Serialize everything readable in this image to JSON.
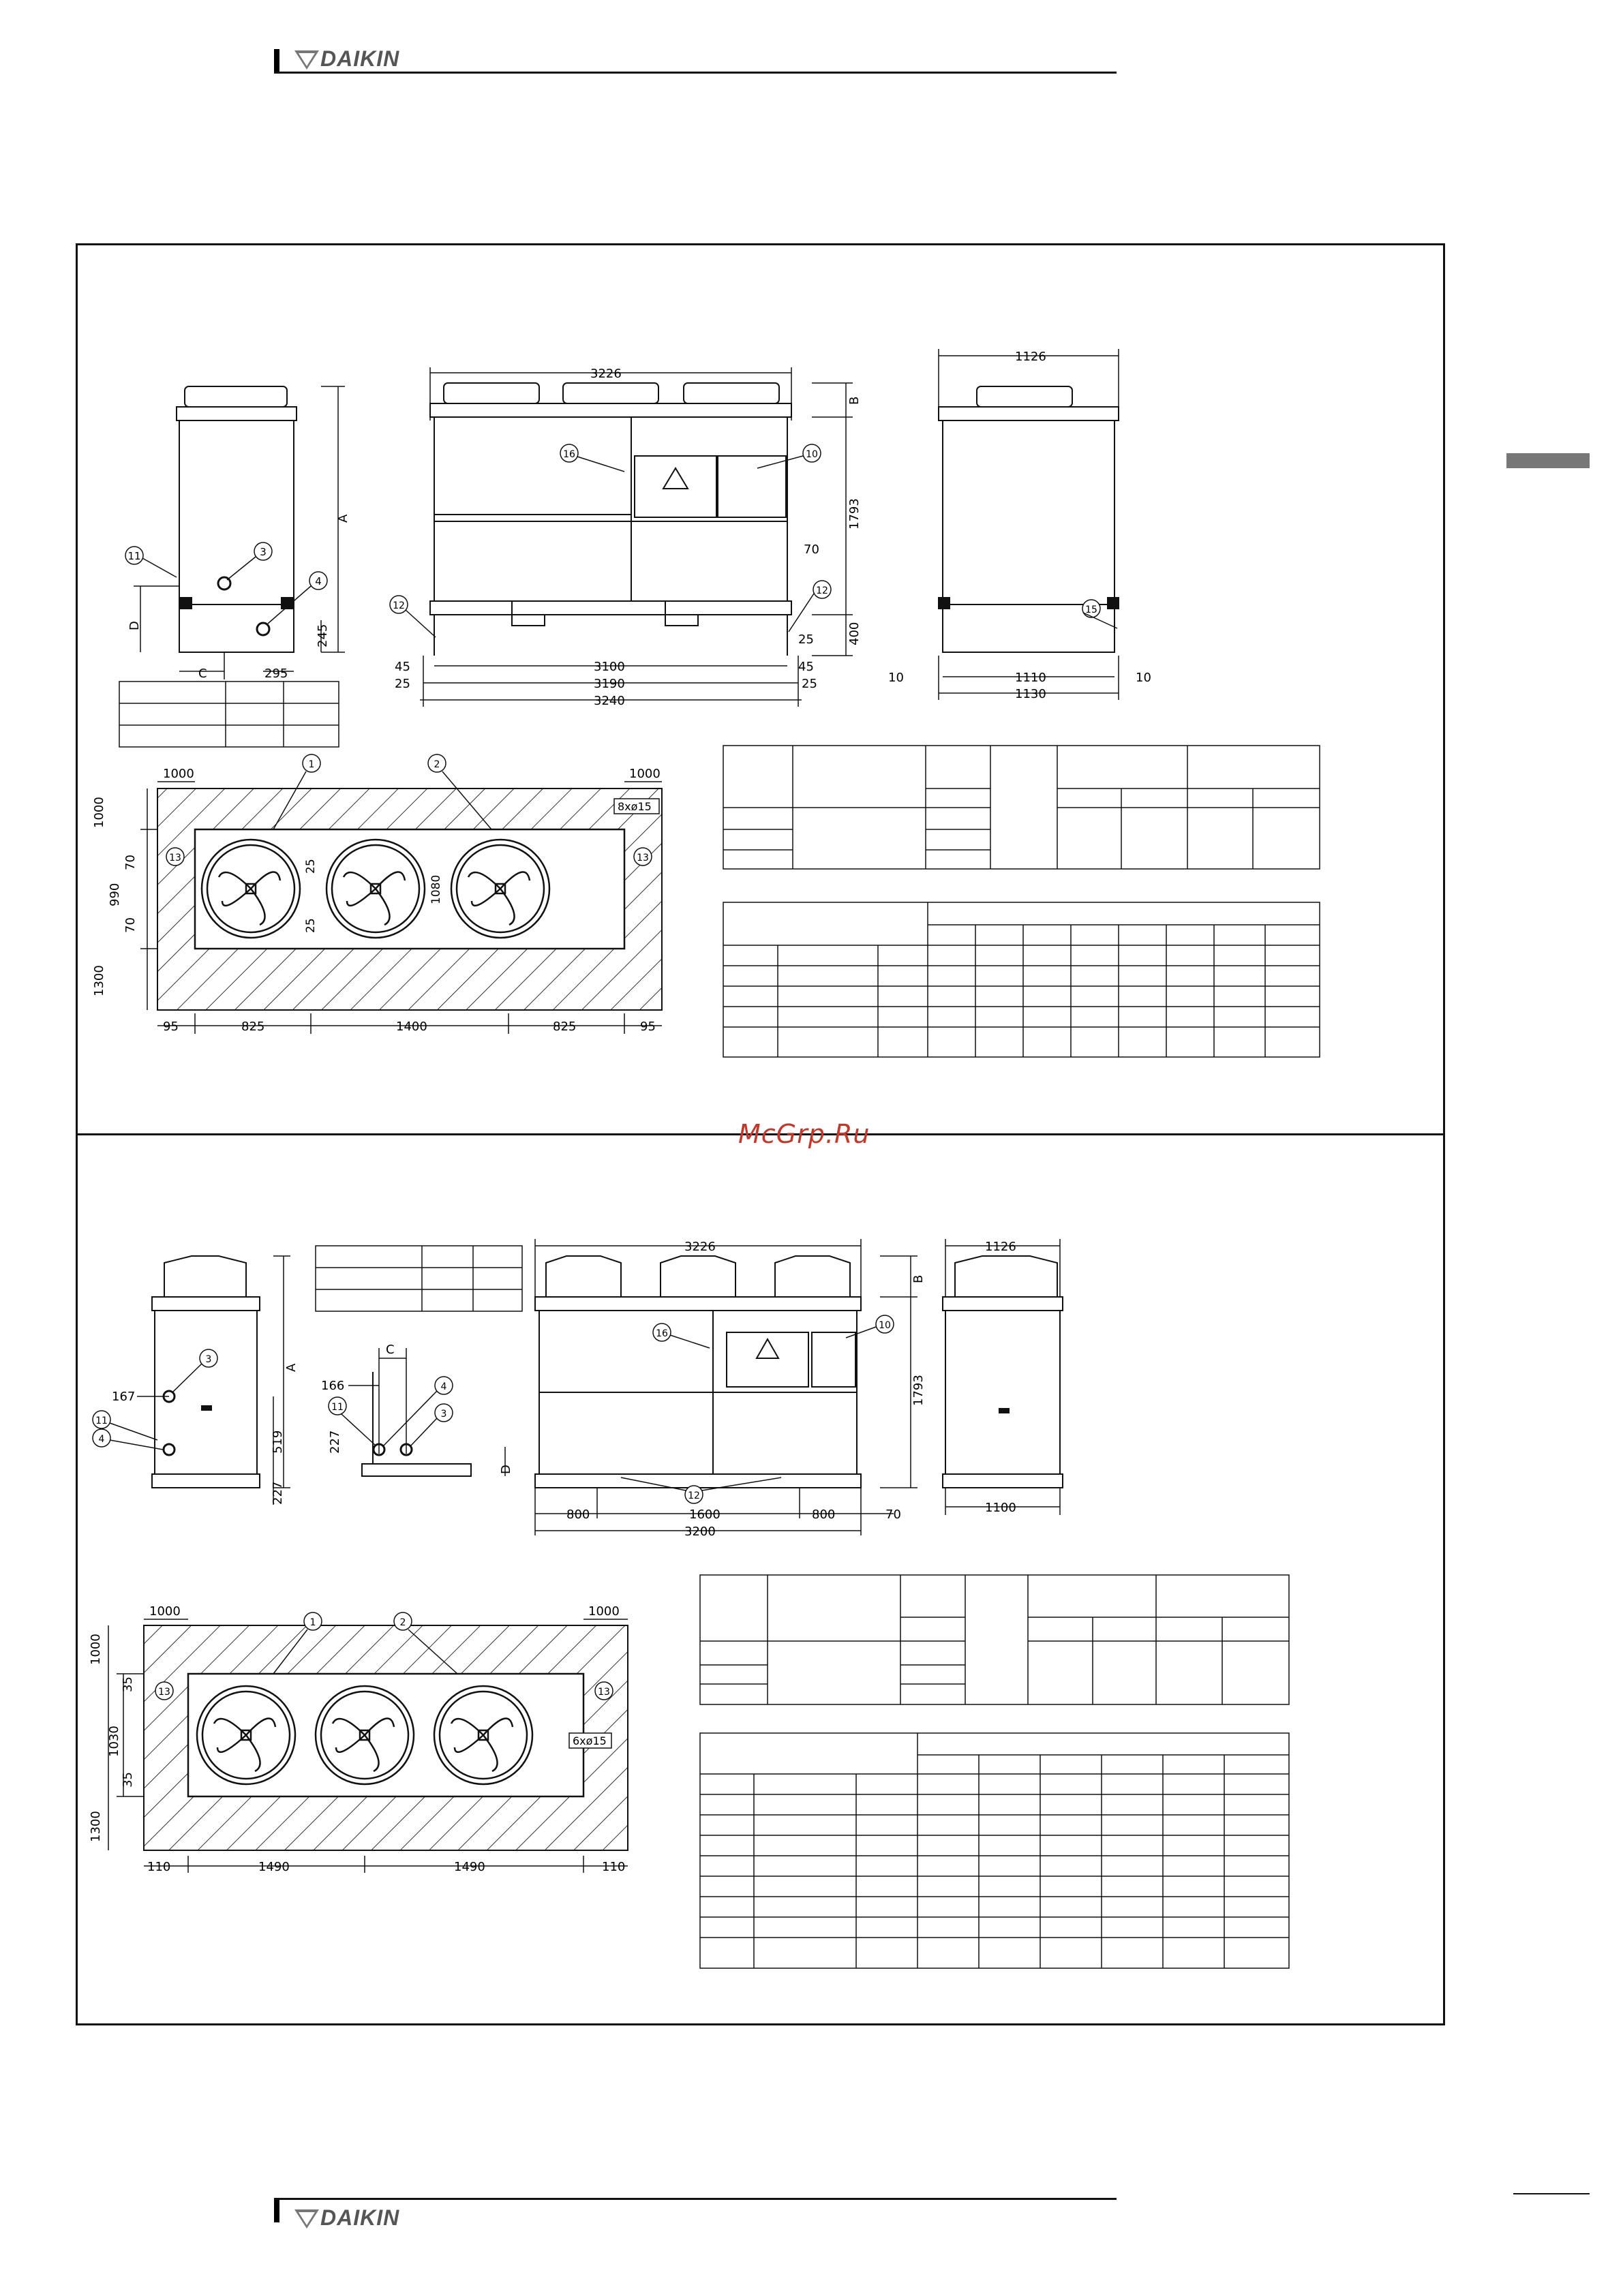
{
  "header": {
    "brand": "DAIKIN"
  },
  "footer": {
    "brand": "DAIKIN"
  },
  "watermark": {
    "text": "McGrp.Ru"
  },
  "colors": {
    "line": "#111111",
    "hatch": "#333333",
    "tab": "#777777",
    "watermark": "#c0392b",
    "brand": "#555555"
  },
  "drawing_top": {
    "labels": [
      "A",
      "B",
      "C",
      "D"
    ],
    "dims": {
      "overall_length": "3226",
      "depth": "1126",
      "height": "1793",
      "base": "400",
      "d3100": "3100",
      "d3190": "3190",
      "d3240": "3240",
      "d45a": "45",
      "d45b": "45",
      "d25a": "25",
      "d25b": "25",
      "d25c": "25",
      "d70": "70",
      "d1110": "1110",
      "d1130": "1130",
      "d10a": "10",
      "d10b": "10",
      "d295": "295",
      "d245": "245",
      "plan_1000a": "1000",
      "plan_1000b": "1000",
      "plan_1000c": "1000",
      "plan_990": "990",
      "plan_70a": "70",
      "plan_70b": "70",
      "plan_1300": "1300",
      "plan_25a": "25",
      "plan_25b": "25",
      "plan_1080": "1080",
      "plan_95a": "95",
      "plan_825a": "825",
      "plan_1400": "1400",
      "plan_825b": "825",
      "plan_95b": "95",
      "holes": "8xø15"
    },
    "callouts": [
      "1",
      "2",
      "3",
      "4",
      "10",
      "11",
      "12",
      "12",
      "13",
      "13",
      "15",
      "16"
    ]
  },
  "drawing_bottom": {
    "labels": [
      "A",
      "B",
      "C",
      "D"
    ],
    "dims": {
      "overall_length": "3226",
      "depth": "1126",
      "height": "1793",
      "d800a": "800",
      "d1600": "1600",
      "d800b": "800",
      "d70": "70",
      "d3200": "3200",
      "d1100": "1100",
      "d167": "167",
      "d166": "166",
      "d519": "519",
      "d227a": "227",
      "d227b": "227",
      "plan_1000a": "1000",
      "plan_1000b": "1000",
      "plan_1000c": "1000",
      "plan_35a": "35",
      "plan_1030": "1030",
      "plan_35b": "35",
      "plan_1300": "1300",
      "plan_110a": "110",
      "plan_1490a": "1490",
      "plan_1490b": "1490",
      "plan_110b": "110",
      "holes": "6xø15"
    },
    "callouts": [
      "1",
      "2",
      "3",
      "3",
      "4",
      "4",
      "10",
      "11",
      "11",
      "12",
      "13",
      "13",
      "16"
    ]
  }
}
